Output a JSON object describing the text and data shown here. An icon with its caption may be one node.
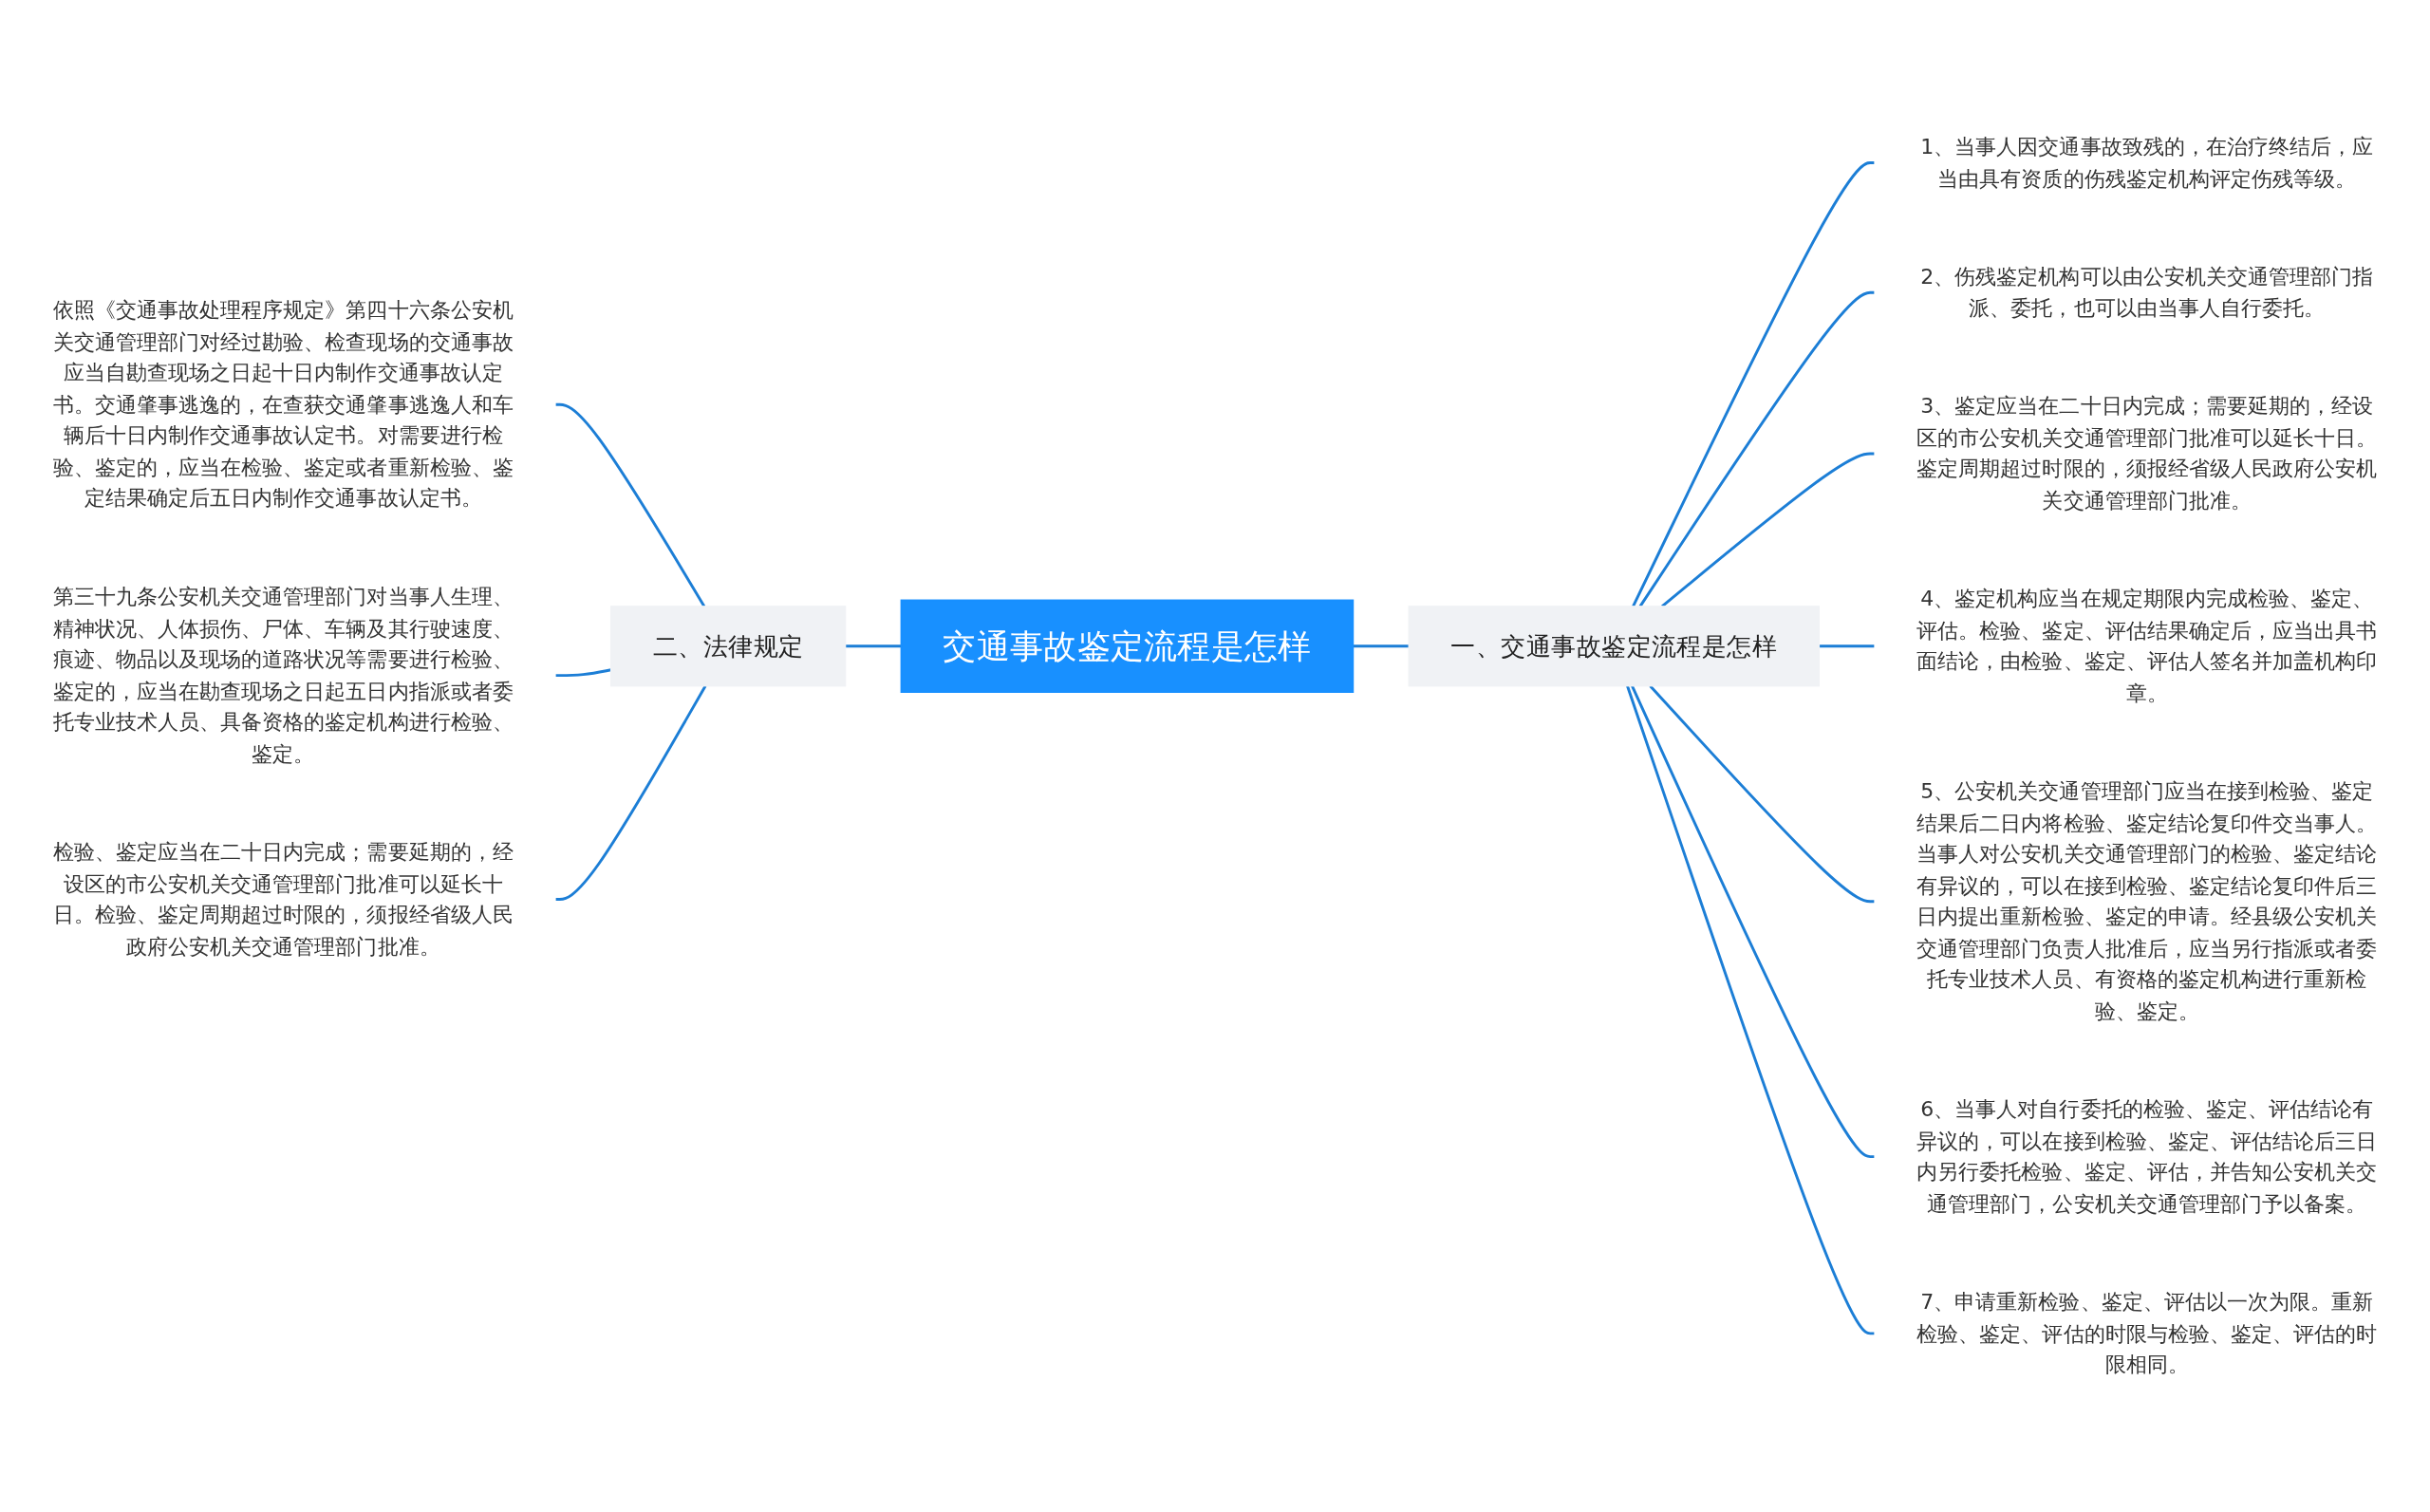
{
  "diagram": {
    "nodes": [
      {
        "text": [
          "交通事故鉴定流程是怎样"
        ]
      },
      {
        "text": [
          "一、交通事故鉴定流程是怎样"
        ]
      },
      {
        "text": [
          "1、当事人因交通事故致残的，在治疗终结后，应当由具有资质的伤残鉴定机构评定伤残等级。"
        ]
      },
      {
        "text": [
          "2、伤残鉴定机构可以由公安机关交通管理部门指派、委托，也可以由当事人自行委托。"
        ]
      },
      {
        "text": [
          "3、鉴定应当在二十日内完成；需要延期的，经设区的市公安机关交通管理部门批准可以延长十日。鉴定周期超过时限的，须报经省级人民政府公安机关交通管理部门批准。"
        ]
      },
      {
        "text": [
          "4、鉴定机构应当在规定期限内完成检验、鉴定、评估。检验、鉴定、评估结果确定后，应当出具书面结论，由检验、鉴定、评估人签名并加盖机构印章。"
        ]
      },
      {
        "text": [
          "5、公安机关交通管理部门应当在接到检验、鉴定结果后二日内将检验、鉴定结论复印件交当事人。当事人对公安机关交通管理部门的检验、鉴定结论有异议的，可以在接到检验、鉴定结论复印件后三日内提出重新检验、鉴定的申请。经县级公安机关交通管理部门负责人批准后，应当另行指派或者委托专业技术人员、有资格的鉴定机构进行重新检验、鉴定。"
        ]
      },
      {
        "text": [
          "6、当事人对自行委托的检验、鉴定、评估结论有异议的，可以在接到检验、鉴定、评估结论后三日内另行委托检验、鉴定、评估，并告知公安机关交通管理部门，公安机关交通管理部门予以备案。"
        ]
      },
      {
        "text": [
          "7、申请重新检验、鉴定、评估以一次为限。重新检验、鉴定、评估的时限与检验、鉴定、评估的时限相同。"
        ]
      },
      {
        "text": [
          "二、法律规定"
        ]
      },
      {
        "text": [
          "依照《交通事故处理程序规定》第四十六条公安机关交通管理部门对经过勘验、检查现场的交通事故应当自勘查现场之日起十日内制作交通事故认定书。交通肇事逃逸的，在查获交通肇事逃逸人和车辆后十日内制作交通事故认定书。对需要进行检验、鉴定的，应当在检验、鉴定或者重新检验、鉴定结果确定后五日内制作交通事故认定书。"
        ]
      },
      {
        "text": [
          "第三十九条公安机关交通管理部门对当事人生理、精神状况、人体损伤、尸体、车辆及其行驶速度、痕迹、物品以及现场的道路状况等需要进行检验、鉴定的，应当在勘查现场之日起五日内指派或者委托专业技术人员、具备资格的鉴定机构进行检验、鉴定。"
        ]
      },
      {
        "text": [
          "检验、鉴定应当在二十日内完成；需要延期的，经设区的市公安机关交通管理部门批准可以延长十日。检验、鉴定周期超过时限的，须报经省级人民政府公安机关交通管理部门批准。"
        ]
      }
    ],
    "edges": [
      {
        "from": 0,
        "to": 1,
        "arrow": "none"
      },
      {
        "from": 1,
        "to": 2,
        "arrow": "none"
      },
      {
        "from": 1,
        "to": 3,
        "arrow": "none"
      },
      {
        "from": 1,
        "to": 4,
        "arrow": "none"
      },
      {
        "from": 1,
        "to": 5,
        "arrow": "none"
      },
      {
        "from": 1,
        "to": 6,
        "arrow": "none"
      },
      {
        "from": 1,
        "to": 7,
        "arrow": "none"
      },
      {
        "from": 1,
        "to": 8,
        "arrow": "none"
      },
      {
        "from": 0,
        "to": 9,
        "arrow": "none"
      },
      {
        "from": 9,
        "to": 10,
        "arrow": "none"
      },
      {
        "from": 9,
        "to": 11,
        "arrow": "none"
      },
      {
        "from": 9,
        "to": 12,
        "arrow": "none"
      }
    ]
  }
}
